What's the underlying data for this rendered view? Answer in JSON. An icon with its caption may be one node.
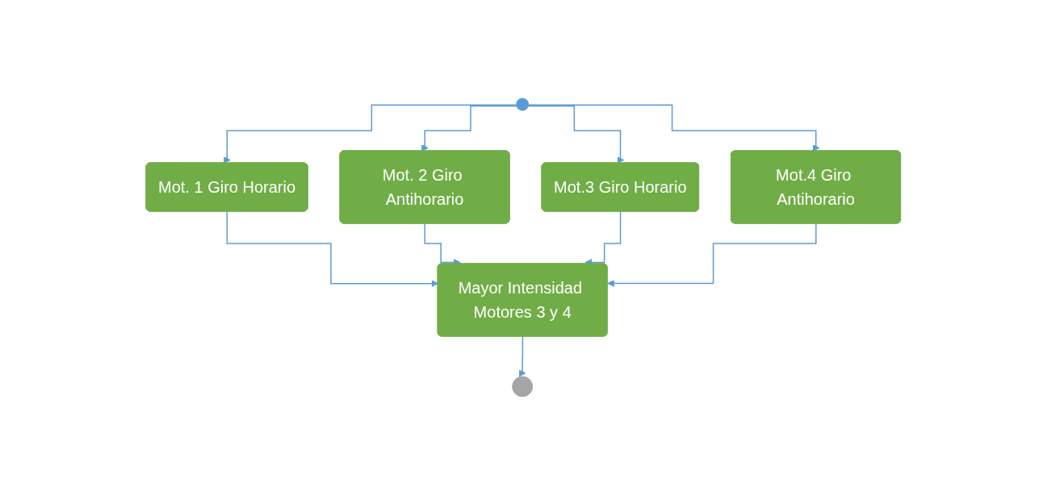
{
  "diagram": {
    "nodes": [
      {
        "text": [],
        "shape": "circle"
      },
      {
        "text": [
          "Mot. 1 Giro Horario"
        ]
      },
      {
        "text": [
          "Mot. 2 Giro Antihorario"
        ]
      },
      {
        "text": [
          "Mot.3 Giro Horario"
        ]
      },
      {
        "text": [
          "Mot.4 Giro Antihorario"
        ]
      },
      {
        "text": [
          "Mayor Intensidad Motores 3 y 4"
        ]
      },
      {
        "text": [],
        "shape": "circle"
      }
    ],
    "edges": [
      {
        "from": 0,
        "to": 1,
        "arrow": "to"
      },
      {
        "from": 0,
        "to": 2,
        "arrow": "to"
      },
      {
        "from": 0,
        "to": 3,
        "arrow": "to"
      },
      {
        "from": 0,
        "to": 4,
        "arrow": "to"
      },
      {
        "from": 1,
        "to": 5,
        "arrow": "to"
      },
      {
        "from": 2,
        "to": 5,
        "arrow": "to"
      },
      {
        "from": 3,
        "to": 5,
        "arrow": "to"
      },
      {
        "from": 4,
        "to": 5,
        "arrow": "to"
      },
      {
        "from": 5,
        "to": 6,
        "arrow": "to"
      }
    ]
  }
}
